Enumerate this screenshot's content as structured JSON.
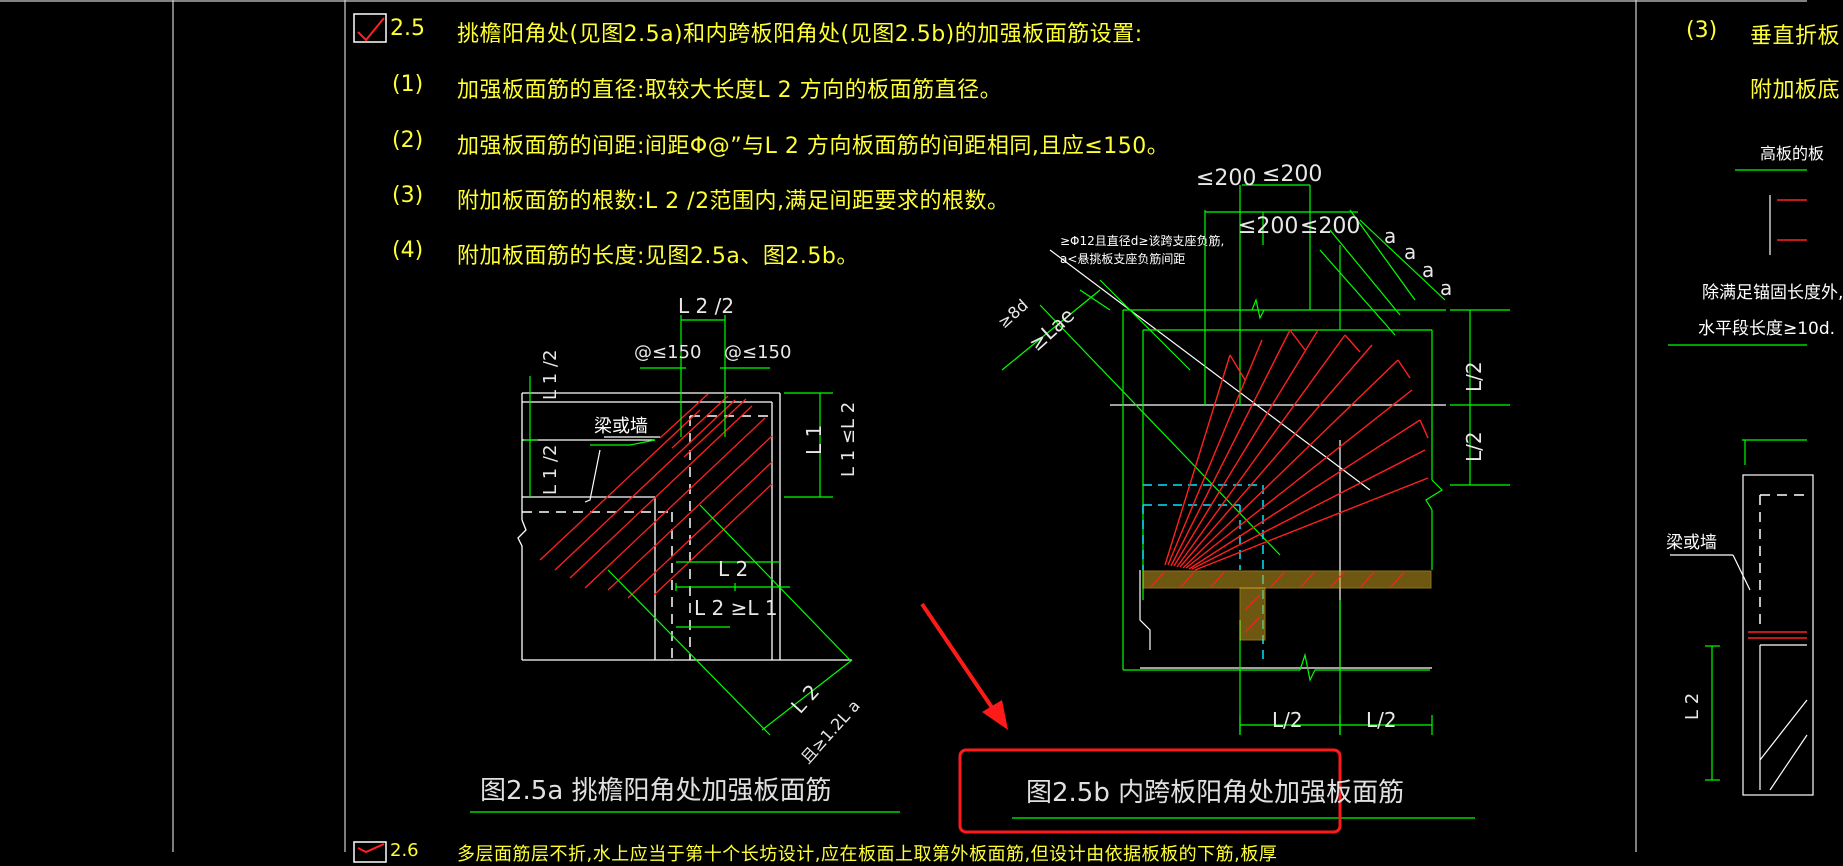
{
  "section": {
    "number": "2.5",
    "title": "挑檐阳角处(见图2.5a)和内跨板阳角处(见图2.5b)的加强板面筋设置:",
    "items": [
      {
        "num": "(1)",
        "text": "加强板面筋的直径:取较大长度L 2 方向的板面筋直径。"
      },
      {
        "num": "(2)",
        "text": "加强板面筋的间距:间距Φ@”与L 2 方向板面筋的间距相同,且应≤150。"
      },
      {
        "num": "(3)",
        "text": "附加板面筋的根数:L 2 /2范围内,满足间距要求的根数。"
      },
      {
        "num": "(4)",
        "text": "附加板面筋的长度:见图2.5a、图2.5b。"
      }
    ]
  },
  "figure_a": {
    "caption": "图2.5a 挑檐阳角处加强板面筋",
    "labels": {
      "top_dim": "L 2 /2",
      "spacing_left": "@≤150",
      "spacing_right": "@≤150",
      "beam_wall": "梁或墙",
      "l1_half_top": "L 1 /2",
      "l1_half_bottom": "L 1 /2",
      "l1": "L 1",
      "l1_le_l2": "L 1 ≤L 2",
      "l2_mid": "L 2",
      "l2_ge_l1": "L 2 ≥L 1",
      "l2_diag": "L 2",
      "la_diag": "且≥1.2L a"
    }
  },
  "figure_b": {
    "caption": "图2.5b 内跨板阳角处加强板面筋",
    "labels": {
      "dim_top_a": "≤200",
      "dim_top_b": "≤200",
      "dim_mid_a": "≤200",
      "dim_mid_b": "≤200",
      "spacing_a": "a",
      "note_line1": "≥Φ12且直径d≥该跨支座负筋,",
      "note_line2": "a<悬挑板支座负筋间距",
      "anchor_a": "≥Lae",
      "anchor_b": "≥8d",
      "l_half_1": "L/2",
      "l_half_2": "L/2",
      "l_half_bottom_left": "L/2",
      "l_half_bottom_right": "L/2"
    }
  },
  "right_panel": {
    "item_num": "(3)",
    "line1": "垂直折板",
    "line2": "附加板底",
    "line3": "高板的板",
    "line4": "除满足锚固长度外,",
    "line5": "水平段长度≥10d.",
    "beam_wall": "梁或墙",
    "l2": "L 2"
  },
  "bottom_partial": {
    "number": "2.6",
    "text": "多层面筋层不折,水上应当于第十个长坊设计,应在板面上取第外板面筋,但设计由依据板板的下筋,板厚"
  },
  "colors": {
    "background": "#000000",
    "yellow_text": "#ffff33",
    "green_lines": "#00ff00",
    "red_bars": "#ff2020",
    "cyan_dash": "#00e5ff",
    "highlight_box": "#ff1a1a",
    "hatch_fill": "#c8a020"
  },
  "icons": {
    "checkbox_top": "checkmark-icon",
    "checkbox_bottom": "checkmark-icon",
    "annotation_arrow": "arrow-icon"
  }
}
